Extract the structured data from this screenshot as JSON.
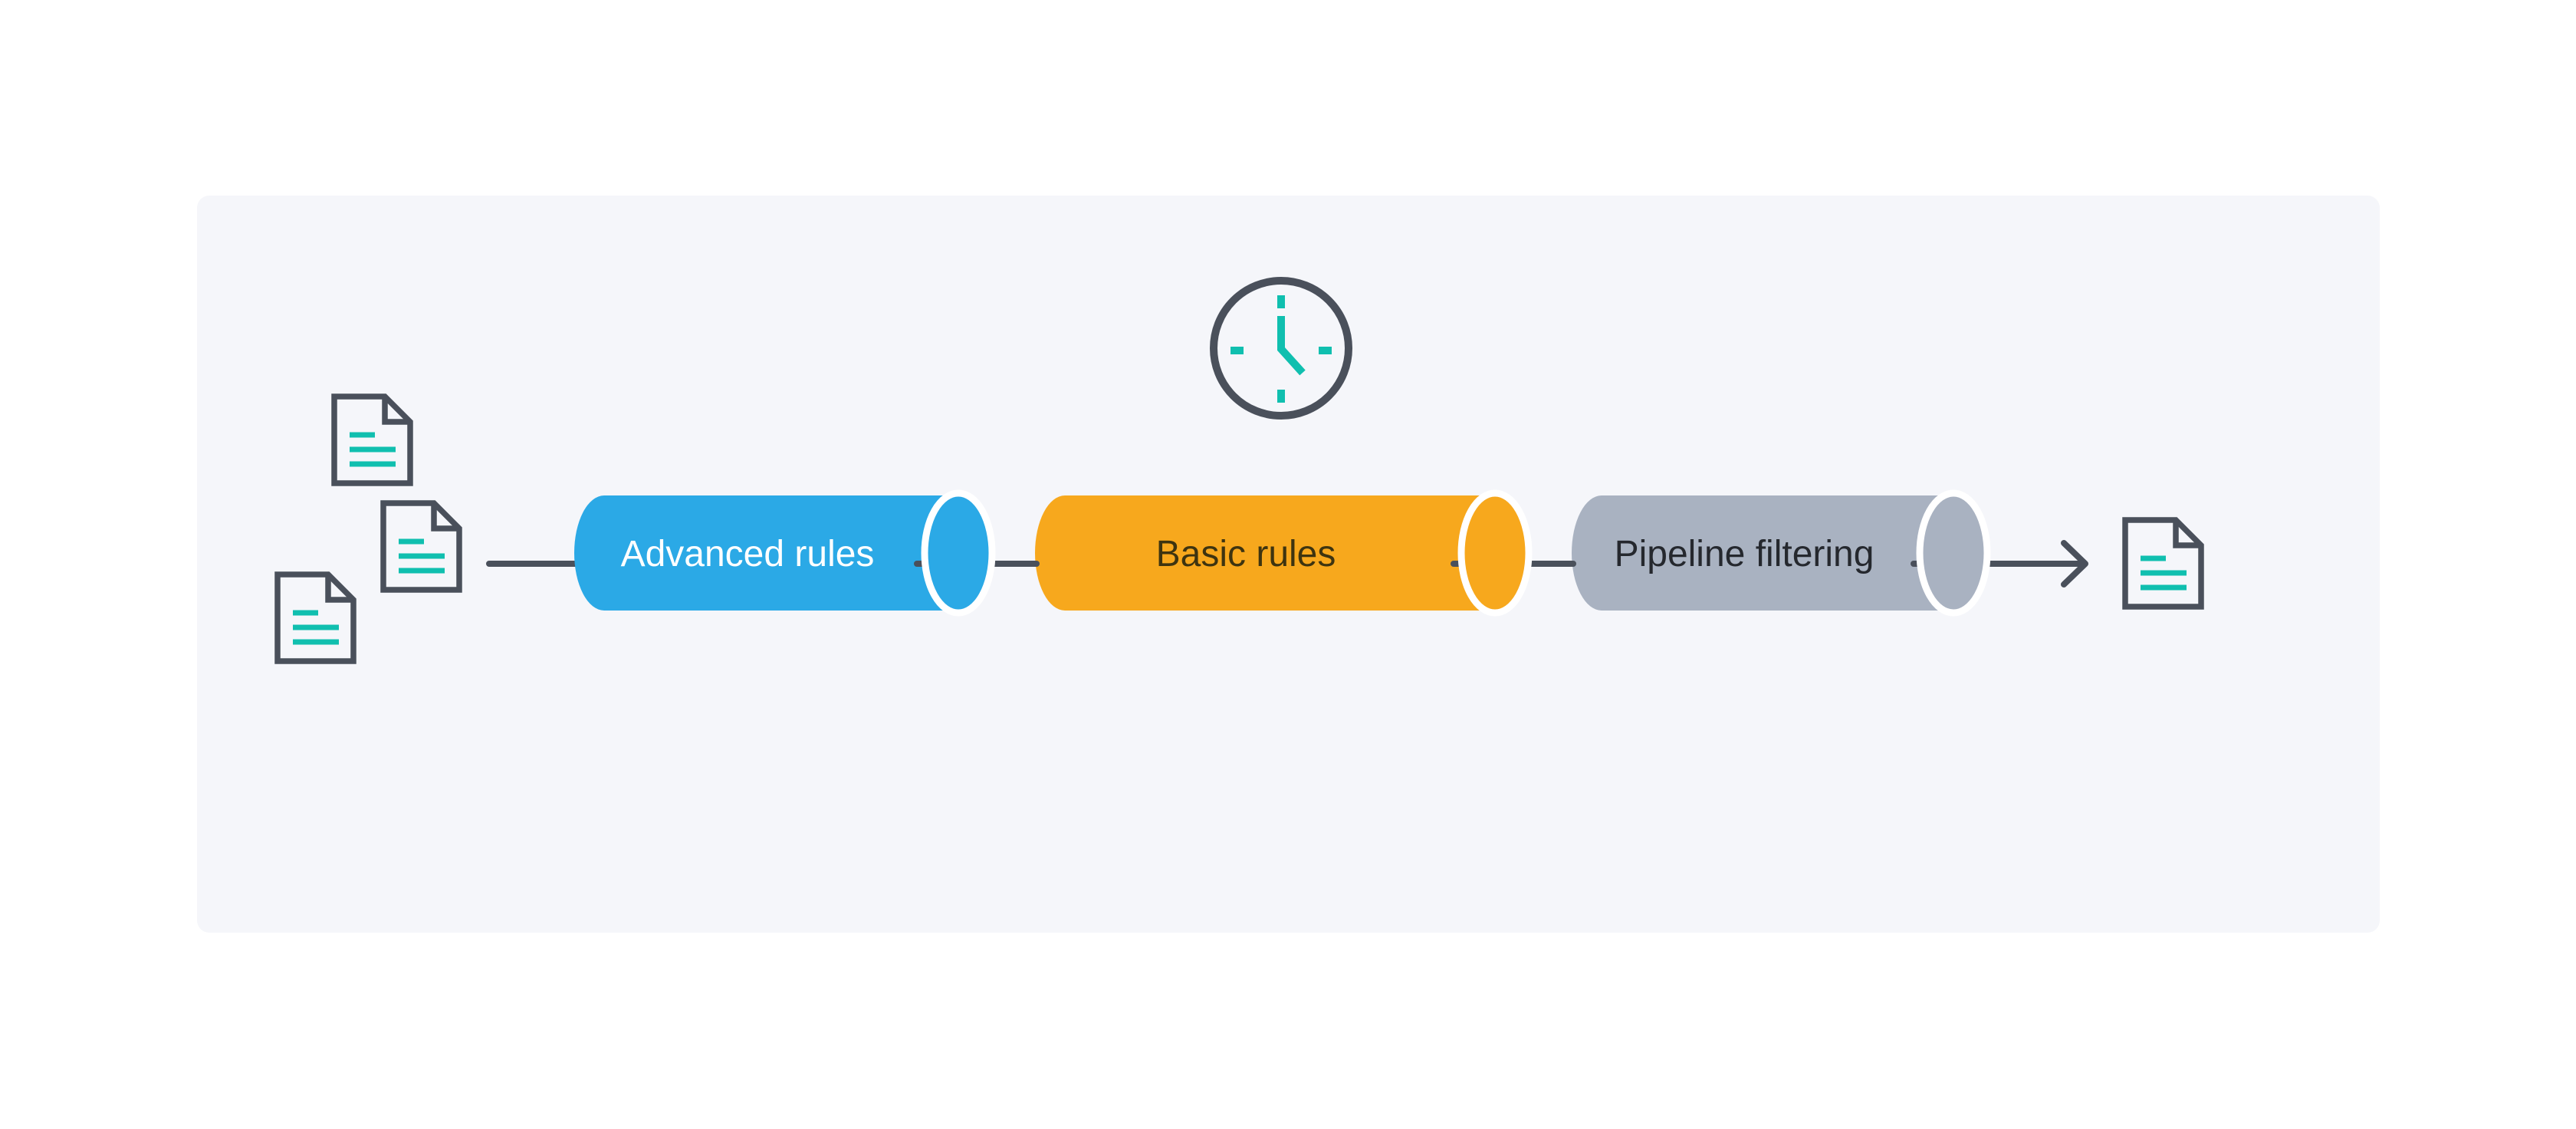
{
  "canvas": {
    "background": "#FFFFFF",
    "panel_background": "#F5F6FA"
  },
  "colors": {
    "outline": "#4A505B",
    "teal_accent": "#10BFAF",
    "cap_gap_stroke": "#FFFFFF",
    "stage_blue": "#2BA9E6",
    "stage_orange": "#F7A81D",
    "stage_gray": "#A9B2C1"
  },
  "stages": [
    {
      "label": "Advanced rules",
      "fill": "#2BA9E6",
      "label_color": "#FFFFFF"
    },
    {
      "label": "Basic rules",
      "fill": "#F7A81D",
      "label_color": "#3E3410"
    },
    {
      "label": "Pipeline filtering",
      "fill": "#A9B2C1",
      "label_color": "#25282E"
    }
  ],
  "icons": {
    "timer": "clock-icon",
    "input_items": "document-icon",
    "output_item": "document-icon",
    "flow_end": "arrow-right-icon"
  }
}
